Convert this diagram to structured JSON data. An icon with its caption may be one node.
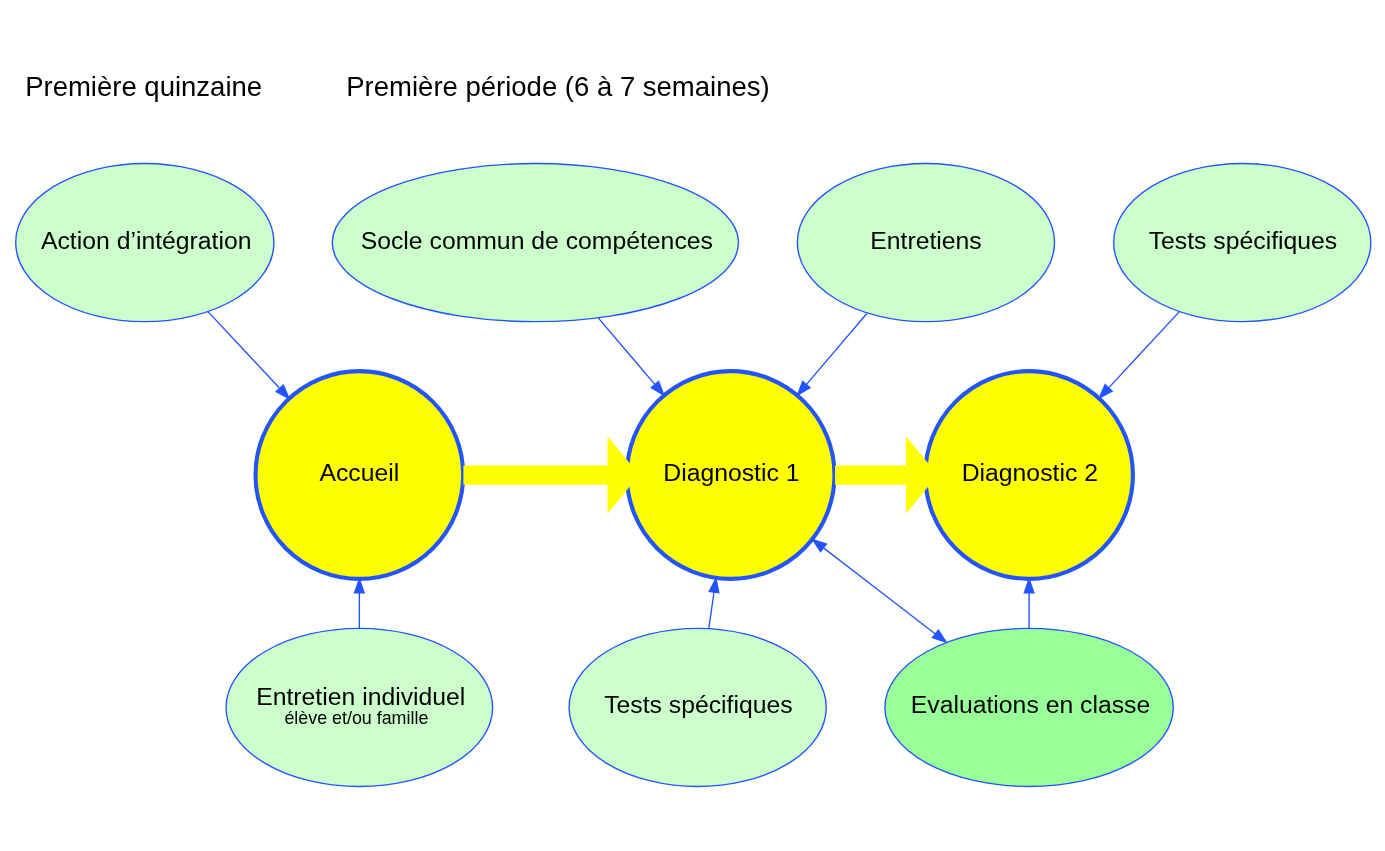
{
  "diagram": {
    "nodes": [
      {
        "text": [
          "Action d’intégration"
        ]
      },
      {
        "text": [
          "Accueil"
        ]
      },
      {
        "text": [
          "Entretien individuel",
          "élève et/ou famille"
        ]
      },
      {
        "text": [
          "Socle commun de compétences"
        ]
      },
      {
        "text": [
          "Entretiens"
        ]
      },
      {
        "text": [
          "Diagnostic 1"
        ]
      },
      {
        "text": [
          "Tests spécifiques"
        ]
      },
      {
        "text": [
          "Evaluations en classe"
        ]
      },
      {
        "text": [
          "Tests spécifiques"
        ]
      },
      {
        "text": [
          "Diagnostic 2"
        ]
      }
    ],
    "edges": [
      {
        "from": 0,
        "to": 1,
        "arrow": "to"
      },
      {
        "from": 2,
        "to": 1,
        "arrow": "to"
      },
      {
        "from": 1,
        "to": 5,
        "arrow": "to",
        "style": "thick",
        "color": "#ffff00"
      },
      {
        "from": 3,
        "to": 5,
        "arrow": "to"
      },
      {
        "from": 4,
        "to": 5,
        "arrow": "to"
      },
      {
        "from": 6,
        "to": 5,
        "arrow": "to"
      },
      {
        "from": 5,
        "to": 7,
        "arrow": "both"
      },
      {
        "from": 5,
        "to": 9,
        "arrow": "to",
        "style": "thick",
        "color": "#ffff00"
      },
      {
        "from": 8,
        "to": 9,
        "arrow": "to"
      },
      {
        "from": 7,
        "to": 9,
        "arrow": "to"
      }
    ],
    "labels": [
      "Première quinzaine",
      "Première période (6 à 7 semaines)"
    ]
  }
}
